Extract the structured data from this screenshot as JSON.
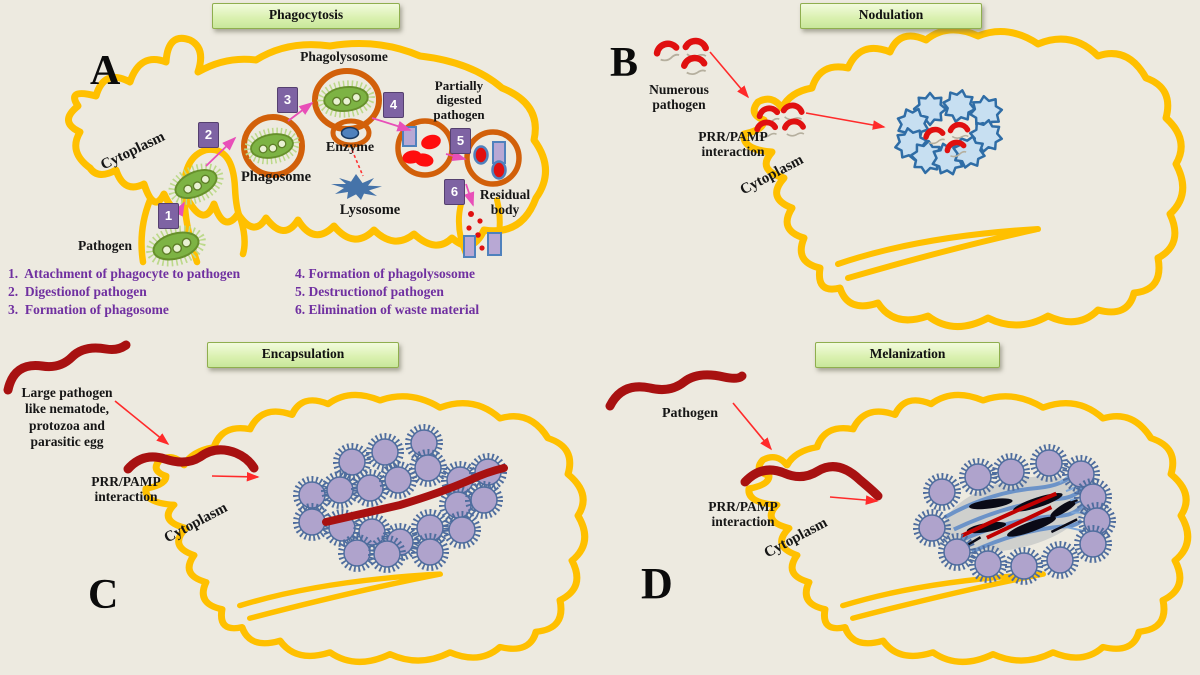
{
  "panels": {
    "a": {
      "letter": "A",
      "title": "Phagocytosis",
      "labels": {
        "cytoplasm": "Cytoplasm",
        "pathogen": "Pathogen",
        "phagosome": "Phagosome",
        "phagolysosome": "Phagolysosome",
        "enzyme": "Enzyme",
        "lysosome": "Lysosome",
        "partially_digested": [
          "Partially",
          "digested",
          "pathogen"
        ],
        "residual_body": [
          "Residual",
          "body"
        ]
      },
      "steps": [
        "1",
        "2",
        "3",
        "4",
        "5",
        "6"
      ],
      "legend_col1": [
        "1.  Attachment of phagocyte to pathogen",
        "2.  Digestionof pathogen",
        "3.  Formation of phagosome"
      ],
      "legend_col2": [
        "4. Formation of phagolysosome",
        "5. Destructionof pathogen",
        "6. Elimination of waste material"
      ]
    },
    "b": {
      "letter": "B",
      "title": "Nodulation",
      "labels": {
        "numerous_pathogen": [
          "Numerous",
          "pathogen"
        ],
        "prr_pamp": [
          "PRR/PAMP",
          "interaction"
        ],
        "cytoplasm": "Cytoplasm"
      }
    },
    "c": {
      "letter": "C",
      "title": "Encapsulation",
      "labels": {
        "large_pathogen": [
          "Large pathogen",
          "like nematode,",
          "protozoa and",
          "parasitic egg"
        ],
        "prr_pamp": [
          "PRR/PAMP",
          "interaction"
        ],
        "cytoplasm": "Cytoplasm"
      }
    },
    "d": {
      "letter": "D",
      "title": "Melanization",
      "labels": {
        "pathogen": "Pathogen",
        "prr_pamp": [
          "PRR/PAMP",
          "interaction"
        ],
        "cytoplasm": "Cytoplasm"
      }
    }
  },
  "colors": {
    "background": "#EDEAE0",
    "cell_membrane": "#FFC000",
    "title_box_border": "#8FAE4E",
    "step_box_purple": "#7E63A3",
    "legend_text_purple": "#7030A0",
    "organelle_ring_orange": "#D2600A",
    "pathogen_worm_red": "#A81111",
    "crescent_red": "#E01010",
    "arrow_pink": "#E84FB8",
    "arrow_red": "#FF2A2A",
    "bacterium_green": "#7DB344",
    "lysosome_blue": "#4573A9",
    "nodule_star_fill": "#C7DFF1",
    "nodule_star_stroke": "#2F6DA6",
    "hemocyte_fill": "#AFA3CC",
    "hemocyte_stroke": "#4F6D9E"
  }
}
